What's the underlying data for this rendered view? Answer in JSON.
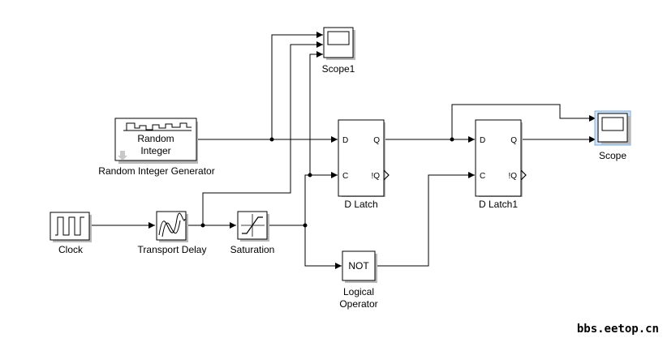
{
  "blocks": {
    "scope1": {
      "label": "Scope1"
    },
    "scope": {
      "label": "Scope"
    },
    "random_integer": {
      "inner_line1": "Random",
      "inner_line2": "Integer",
      "label": "Random Integer Generator"
    },
    "clock": {
      "label": "Clock"
    },
    "transport_delay": {
      "label": "Transport Delay"
    },
    "saturation": {
      "label": "Saturation"
    },
    "d_latch": {
      "label": "D Latch",
      "port_d": "D",
      "port_c": "C",
      "port_q": "Q",
      "port_nq": "!Q"
    },
    "d_latch1": {
      "label": "D Latch1",
      "port_d": "D",
      "port_c": "C",
      "port_q": "Q",
      "port_nq": "!Q"
    },
    "logical_operator": {
      "inner": "NOT",
      "label_line1": "Logical",
      "label_line2": "Operator"
    }
  },
  "watermark": "bbs.eetop.cn"
}
